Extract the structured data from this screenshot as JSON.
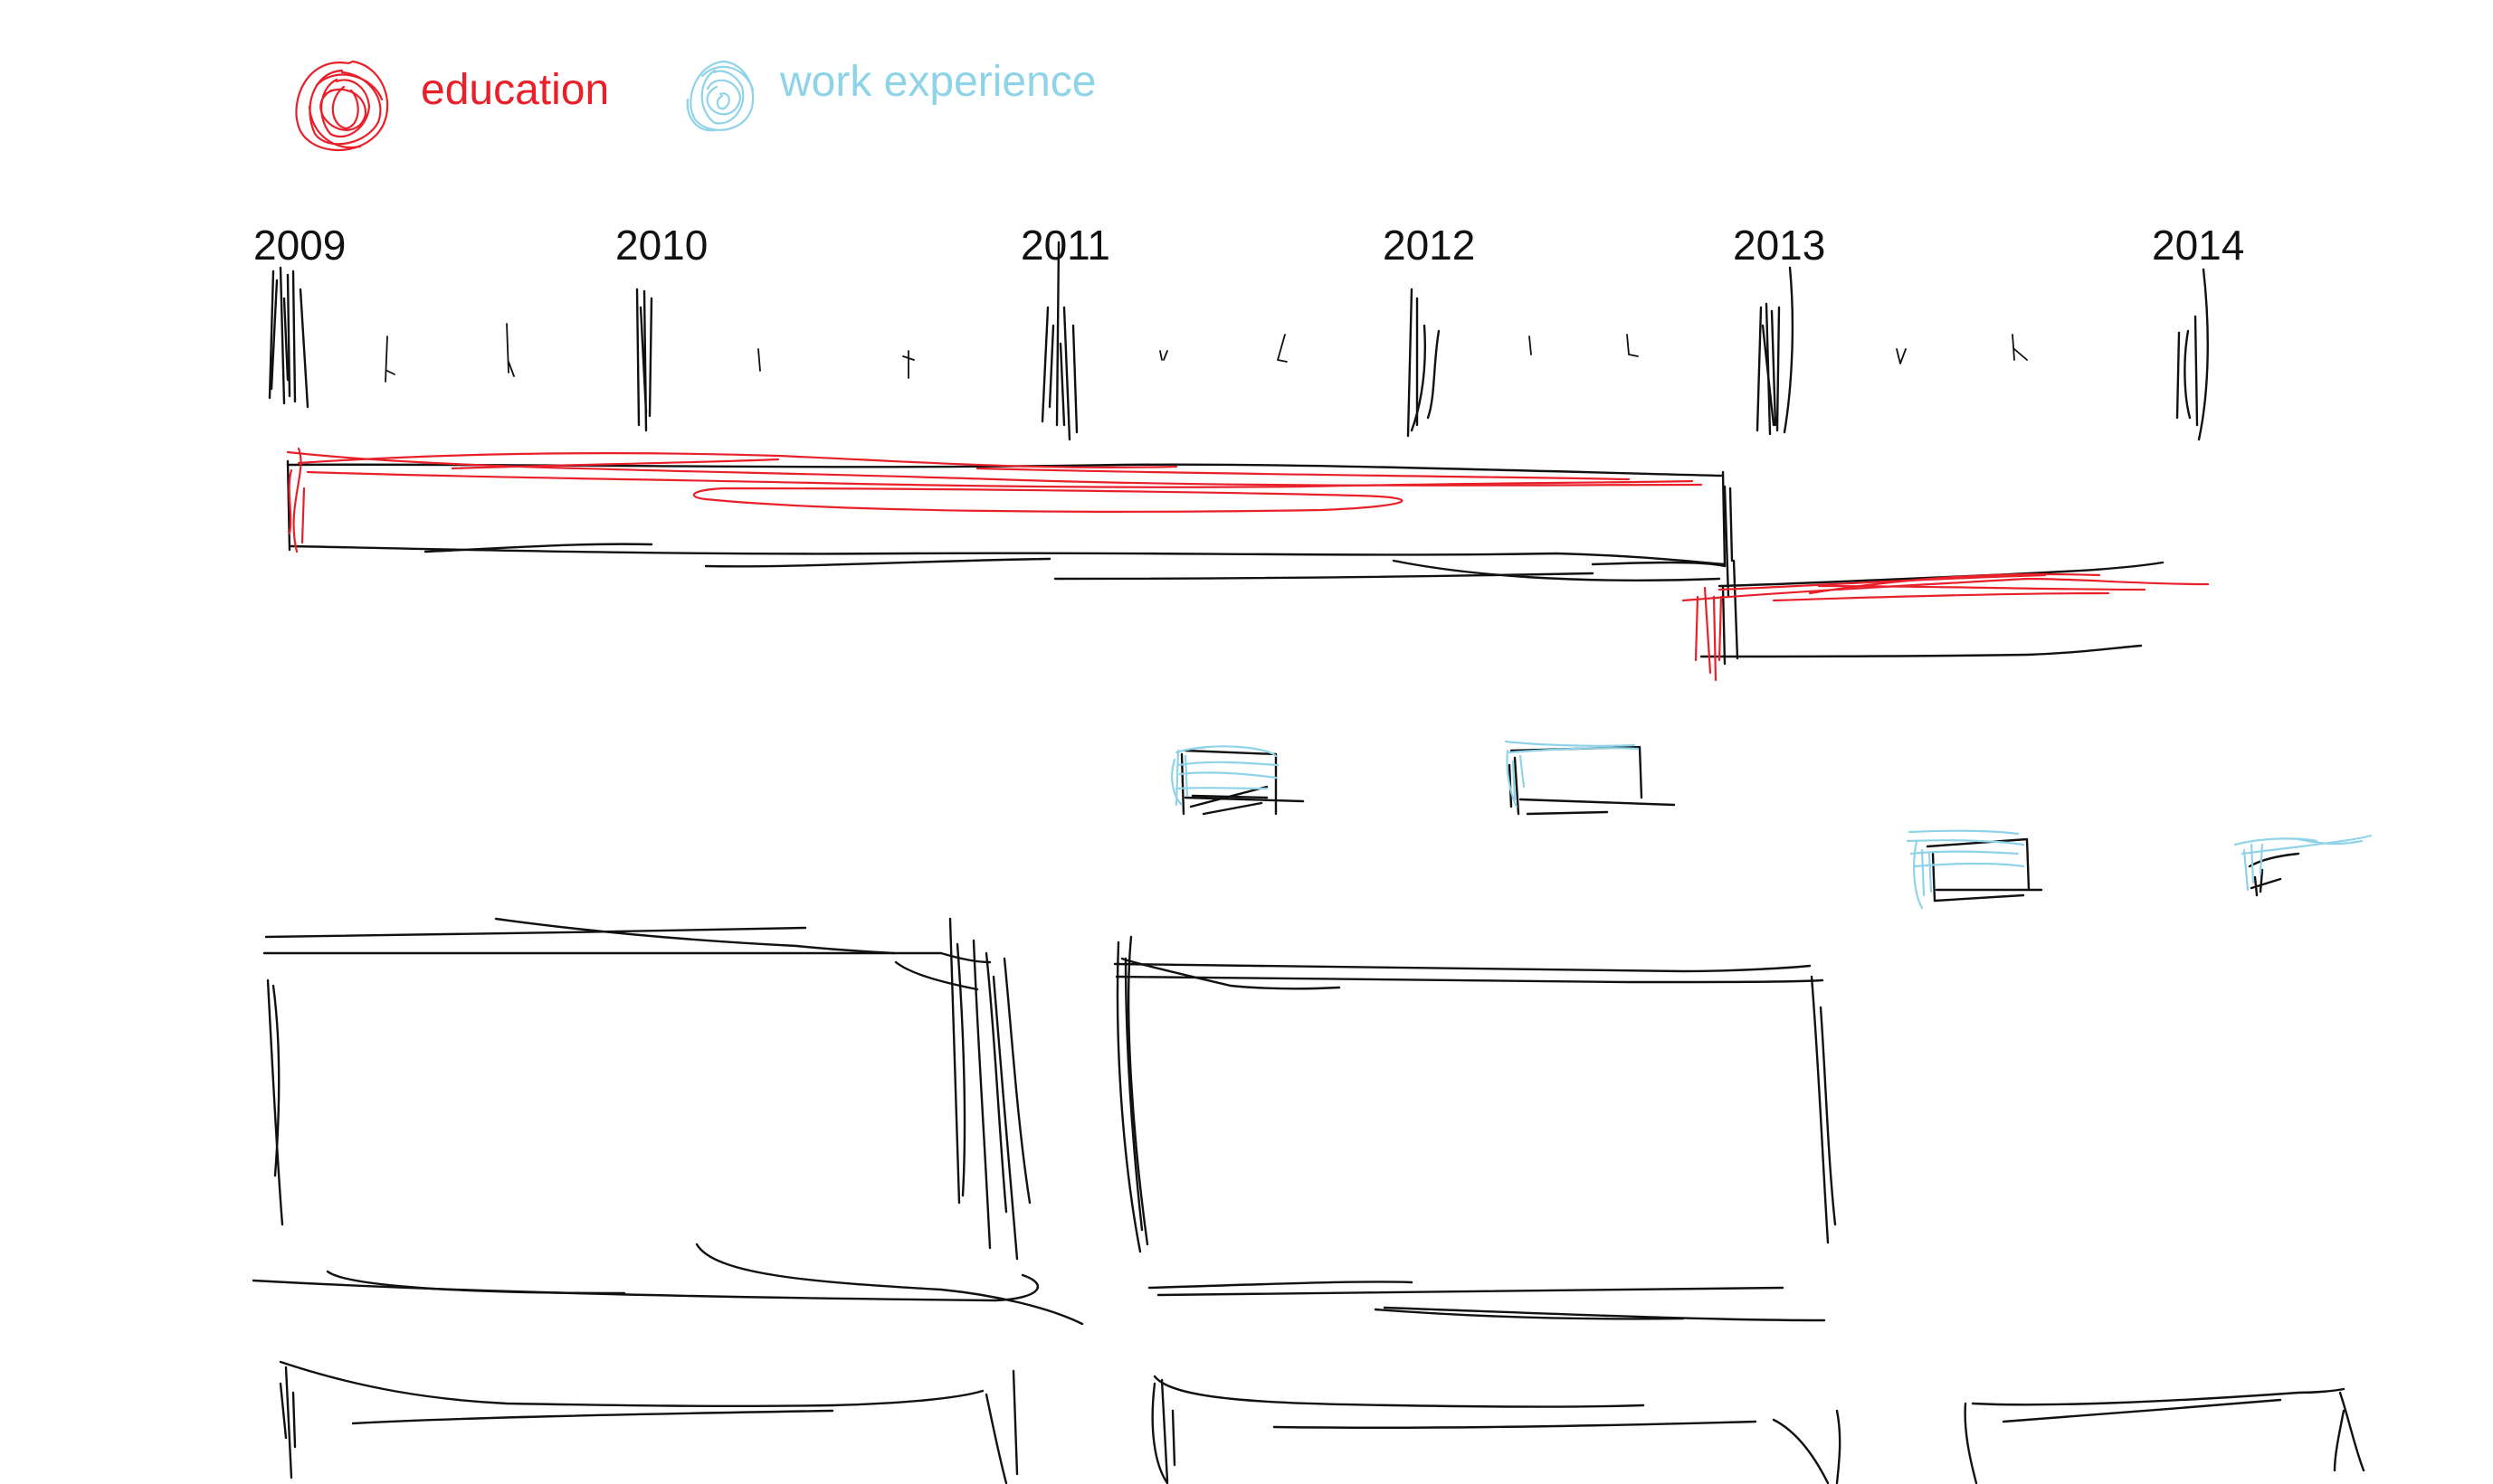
{
  "legend": {
    "items": [
      {
        "label": "education",
        "color": "#e8202a",
        "icon": "red-scribble-swatch"
      },
      {
        "label": "work experience",
        "color": "#8fd3e8",
        "icon": "light-blue-scribble-swatch"
      }
    ]
  },
  "timeline": {
    "years": [
      "2009",
      "2010",
      "2011",
      "2012",
      "2013",
      "2014"
    ],
    "minor_ticks_per_year": 2
  },
  "colors": {
    "ink": "#111111",
    "education": "#e8202a",
    "work": "#8fd3e8",
    "background": "#ffffff"
  }
}
